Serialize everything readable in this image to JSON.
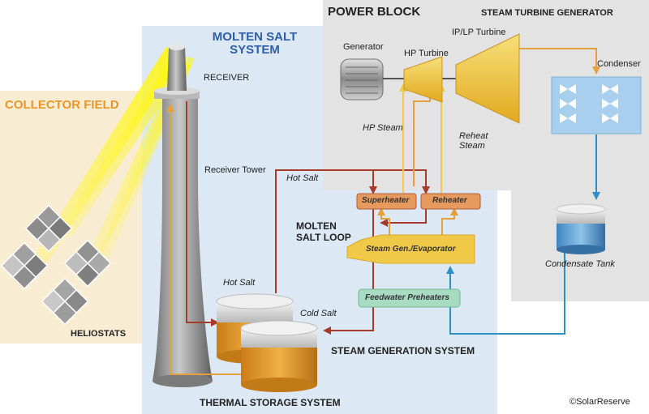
{
  "regions": {
    "collector_field": "COLLECTOR FIELD",
    "molten_salt_system": "MOLTEN SALT SYSTEM",
    "power_block": "POWER BLOCK",
    "steam_turbine_generator": "STEAM TURBINE GENERATOR",
    "molten_salt_loop": "MOLTEN SALT LOOP",
    "steam_generation_system": "STEAM GENERATION SYSTEM",
    "thermal_storage_system": "THERMAL STORAGE SYSTEM"
  },
  "labels": {
    "receiver": "RECEIVER",
    "receiver_tower": "Receiver Tower",
    "heliostats": "HELIOSTATS",
    "hot_salt_line": "Hot Salt",
    "hot_salt_tank": "Hot Salt",
    "cold_salt_tank": "Cold Salt",
    "generator": "Generator",
    "hp_turbine": "HP Turbine",
    "iplp_turbine": "IP/LP Turbine",
    "condenser": "Condenser",
    "hp_steam": "HP Steam",
    "reheat_steam": "Reheat Steam",
    "condensate_tank": "Condensate Tank",
    "superheater": "Superheater",
    "reheater": "Reheater",
    "steam_gen": "Steam Gen./Evaporator",
    "feedwater": "Feedwater Preheaters",
    "copyright": "©SolarReserve"
  },
  "colors": {
    "molten_salt_bg": "#dce8f3",
    "power_block_bg": "#e3e3e3",
    "collector_bg": "#f8edd3",
    "hot_salt": "#a83a2a",
    "cold_salt": "#e3a03c",
    "water": "#2f8fc4",
    "steam": "#f2c94c",
    "accent_orange": "#e8962a",
    "accent_blue": "#2f5da8"
  }
}
